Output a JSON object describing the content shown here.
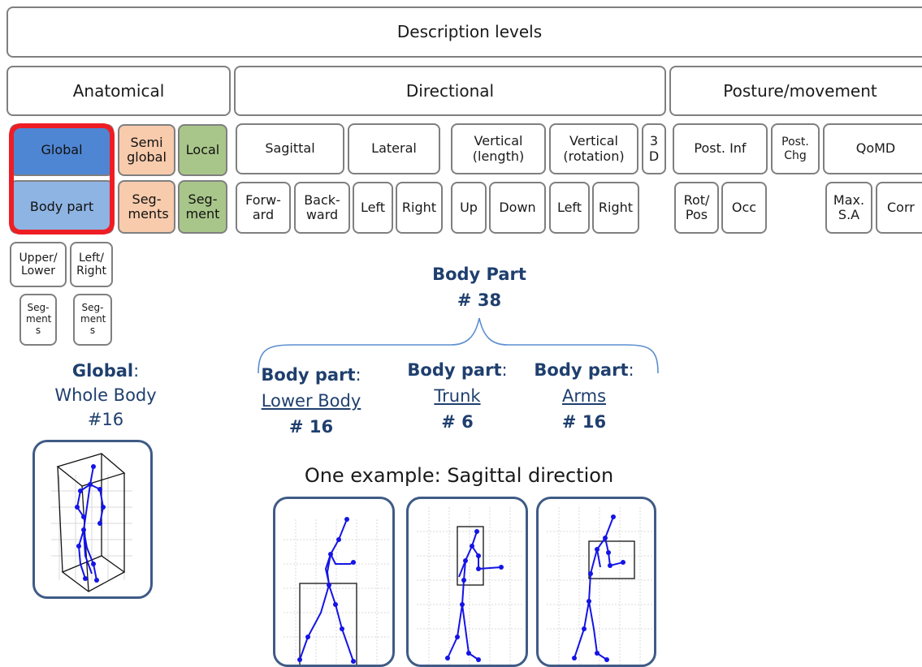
{
  "title": "Description levels",
  "categories": {
    "anatomical": "Anatomical",
    "directional": "Directional",
    "posture": "Posture/movement"
  },
  "anatomical": {
    "global": "Global",
    "semi_global": "Semi global",
    "local": "Local",
    "body_part": "Body part",
    "segments": "Seg- ments",
    "segment": "Seg- ment",
    "upper_lower": "Upper/ Lower",
    "left_right": "Left/ Right",
    "segs1": "Seg- ment s",
    "segs2": "Seg- ment s"
  },
  "directional": {
    "sagittal": "Sagittal",
    "lateral": "Lateral",
    "vertical_length": "Vertical (length)",
    "vertical_rotation": "Vertical (rotation)",
    "three_d": "3 D",
    "forward": "Forw- ard",
    "backward": "Back- ward",
    "left": "Left",
    "right": "Right",
    "up": "Up",
    "down": "Down",
    "left2": "Left",
    "right2": "Right"
  },
  "posture": {
    "post_inf": "Post. Inf",
    "post_chg": "Post. Chg",
    "qomd": "QoMD",
    "rot_pos": "Rot/ Pos",
    "occ": "Occ",
    "max_sa": "Max. S.A",
    "corr": "Corr"
  },
  "global_label": {
    "head": "Global",
    "colon": ":",
    "name": "Whole Body",
    "count": "#16"
  },
  "body_part": {
    "head": "Body Part",
    "count": "# 38",
    "parts": [
      {
        "head": "Body part",
        "colon": ":",
        "name": "Lower Body",
        "count": "# 16"
      },
      {
        "head": "Body part",
        "colon": ":",
        "name": "Trunk",
        "count": "# 6"
      },
      {
        "head": "Body part",
        "colon": ":",
        "name": "Arms",
        "count": "# 16"
      }
    ]
  },
  "example_caption": "One example: Sagittal direction",
  "colors": {
    "highlight": "#ee1d24",
    "global_fill": "#4f86d3",
    "bodypart_fill": "#8eb4e3",
    "orange_fill": "#f8cbad",
    "green_fill": "#a9c68a",
    "label_text": "#1f3f6e",
    "skeleton": "#1414e6"
  }
}
